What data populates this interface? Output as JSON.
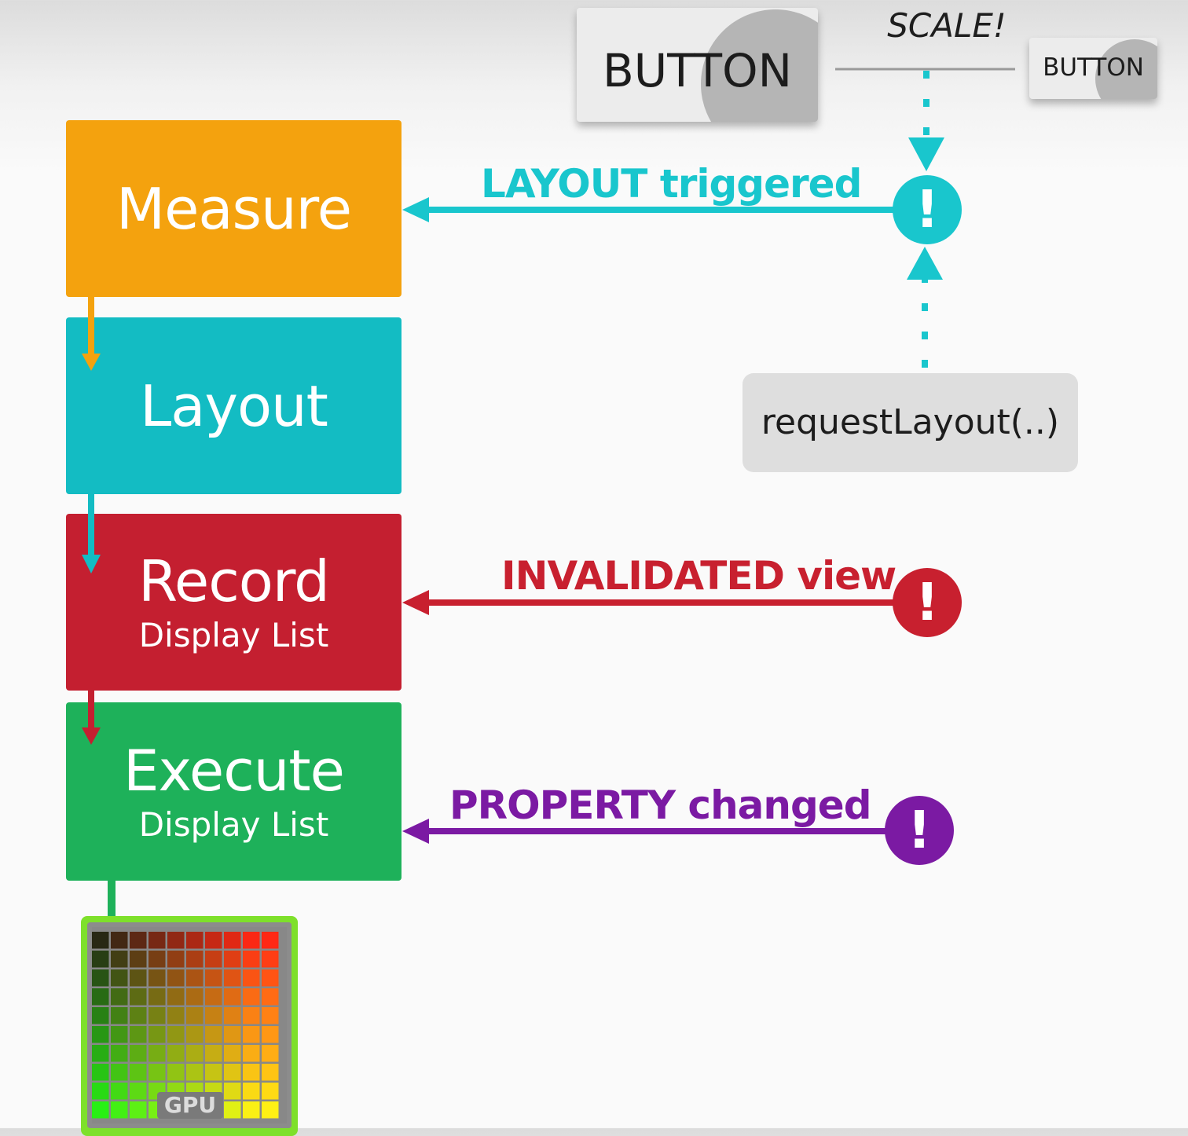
{
  "stages": [
    {
      "title": "Measure",
      "subtitle": "",
      "color": "#f4a20e"
    },
    {
      "title": "Layout",
      "subtitle": "",
      "color": "#13bcc3"
    },
    {
      "title": "Record",
      "subtitle": "Display List",
      "color": "#c41f30"
    },
    {
      "title": "Execute",
      "subtitle": "Display List",
      "color": "#1eb15a"
    }
  ],
  "triggers": {
    "layout": {
      "label": "LAYOUT triggered",
      "icon": "!",
      "color": "#19c6cd"
    },
    "invalidated": {
      "label": "INVALIDATED view",
      "icon": "!",
      "color": "#c8202f"
    },
    "property": {
      "label": "PROPERTY changed",
      "icon": "!",
      "color": "#7b1aa3"
    }
  },
  "buttons": {
    "large_label": "BUTTON",
    "small_label": "BUTTON",
    "scale_label": "SCALE!"
  },
  "request_layout": "requestLayout(..)",
  "gpu": {
    "label": "GPU",
    "accent": "#7ee02b"
  }
}
